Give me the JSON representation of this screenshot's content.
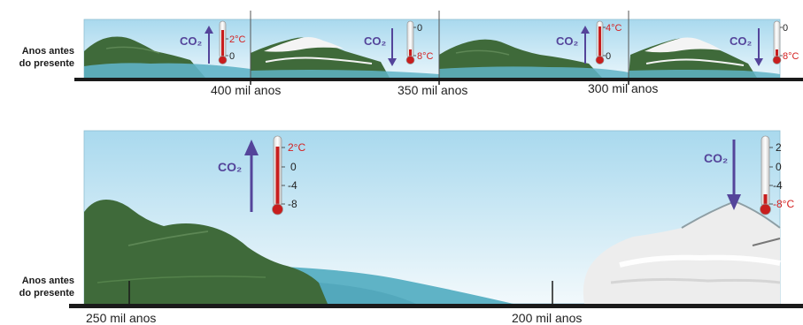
{
  "axis_label": {
    "line1": "Anos antes",
    "line2": "do presente"
  },
  "co2_label": "CO₂",
  "top_strip": {
    "ticks": [
      "400 mil anos",
      "350 mil anos",
      "300 mil anos"
    ],
    "thermometers": [
      {
        "labels": [
          "2°C",
          "0"
        ],
        "label_colors": [
          "#d42020",
          "#222222"
        ]
      },
      {
        "labels": [
          "0",
          "8°C"
        ],
        "label_colors": [
          "#222222",
          "#d42020"
        ]
      },
      {
        "labels": [
          "4°C",
          "0"
        ],
        "label_colors": [
          "#d42020",
          "#222222"
        ]
      },
      {
        "labels": [
          "0",
          "8°C"
        ],
        "label_colors": [
          "#222222",
          "#d42020"
        ]
      }
    ]
  },
  "bottom_panel": {
    "ticks": [
      "250 mil anos",
      "200 mil anos"
    ],
    "thermometer_left": {
      "labels": [
        "2°C",
        "0",
        "-4",
        "-8"
      ],
      "label_colors": [
        "#d42020",
        "#222222",
        "#222222",
        "#222222"
      ]
    },
    "thermometer_right": {
      "labels": [
        "2",
        "0",
        "-4",
        "-8°C"
      ],
      "label_colors": [
        "#222222",
        "#222222",
        "#222222",
        "#d42020"
      ]
    }
  },
  "colors": {
    "sky_top": "#a9d9ee",
    "sky_bottom": "#eaf6fb",
    "water": "#5fb3c6",
    "mountain": "#3f6a3a",
    "ice": "#ededed",
    "co2": "#54449a",
    "warm": "#d42020",
    "baseline": "#1a1a1a"
  },
  "icons": [
    "mountain",
    "ice-mountain",
    "co2-arrow-up",
    "co2-arrow-down",
    "thermometer"
  ]
}
